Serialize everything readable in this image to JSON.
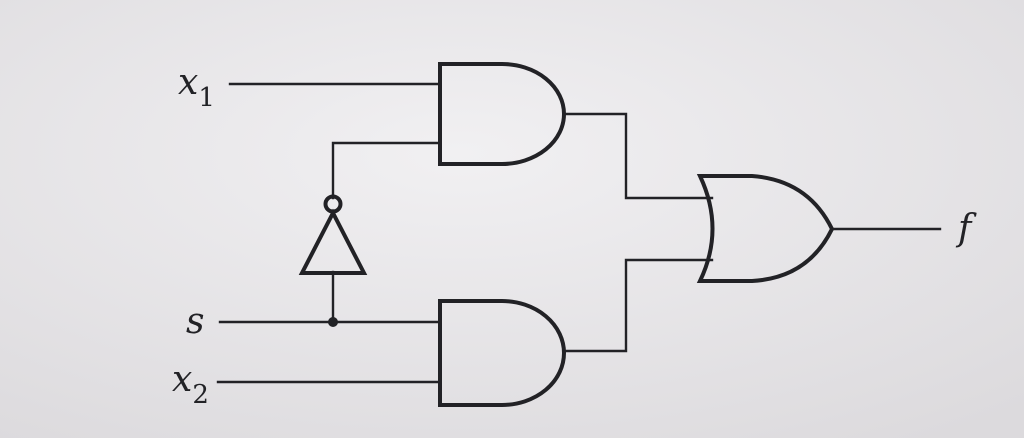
{
  "diagram": {
    "type": "logic-circuit",
    "inputs": [
      {
        "id": "x1",
        "base": "x",
        "subscript": "1"
      },
      {
        "id": "s",
        "base": "s",
        "subscript": ""
      },
      {
        "id": "x2",
        "base": "x",
        "subscript": "2"
      }
    ],
    "output": {
      "id": "f",
      "label": "f"
    },
    "gates": [
      {
        "id": "not1",
        "kind": "NOT",
        "in": [
          "s"
        ]
      },
      {
        "id": "and1",
        "kind": "AND",
        "in": [
          "x1",
          "not1"
        ]
      },
      {
        "id": "and2",
        "kind": "AND",
        "in": [
          "s",
          "x2"
        ]
      },
      {
        "id": "or1",
        "kind": "OR",
        "in": [
          "and1",
          "and2"
        ],
        "out": "f"
      }
    ]
  },
  "colors": {
    "paper": "#e9e8ea",
    "ink": "#222226"
  }
}
